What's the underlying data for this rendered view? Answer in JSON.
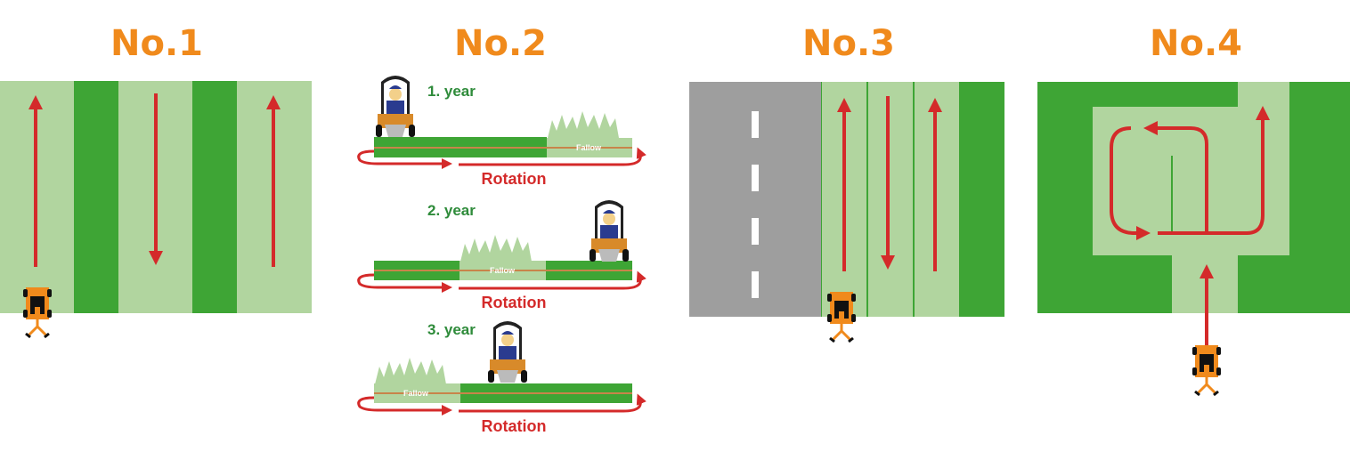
{
  "titles": [
    "No.1",
    "No.2",
    "No.3",
    "No.4"
  ],
  "rotation_rows": [
    {
      "year": "1. year",
      "rotation": "Rotation",
      "fallow": "Fallow"
    },
    {
      "year": "2. year",
      "rotation": "Rotation",
      "fallow": "Fallow"
    },
    {
      "year": "3. year",
      "rotation": "Rotation",
      "fallow": "Fallow"
    }
  ],
  "colors": {
    "title": "#f08a1c",
    "light_green": "#b1d59f",
    "dark_green": "#3ea535",
    "arrow": "#d42a2a",
    "road": "#9e9e9e",
    "mower": "#f08a1c"
  }
}
